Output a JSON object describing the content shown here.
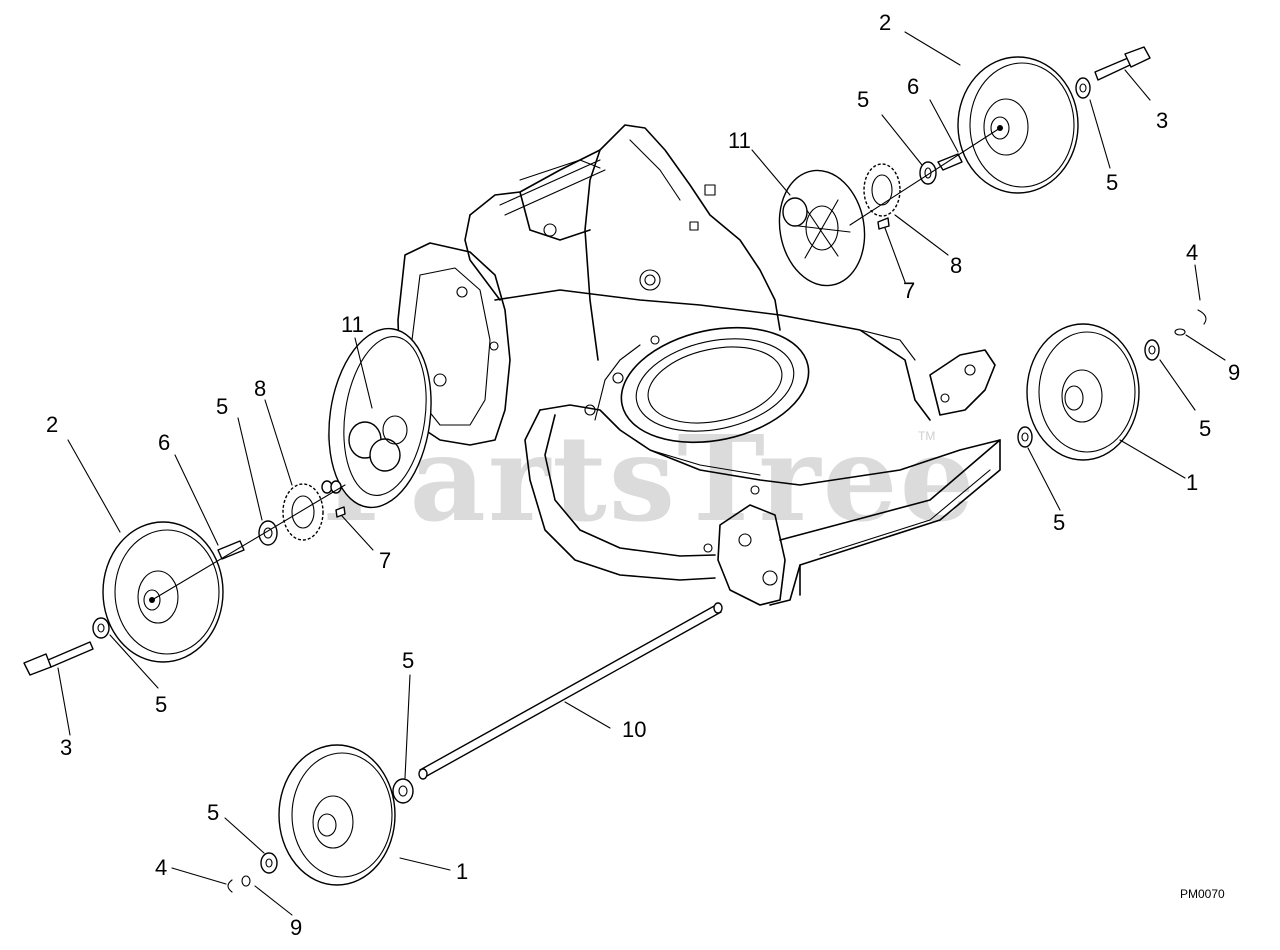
{
  "diagram": {
    "watermark": "PartsTree",
    "watermark_mark": "TM",
    "drawing_code": "PM0070",
    "callouts": [
      {
        "id": "c2-top",
        "text": "2"
      },
      {
        "id": "c3-top",
        "text": "3"
      },
      {
        "id": "c5-top-right",
        "text": "5"
      },
      {
        "id": "c6-top",
        "text": "6"
      },
      {
        "id": "c5-top",
        "text": "5"
      },
      {
        "id": "c11-top",
        "text": "11"
      },
      {
        "id": "c8-top",
        "text": "8"
      },
      {
        "id": "c7-top",
        "text": "7"
      },
      {
        "id": "c4-right",
        "text": "4"
      },
      {
        "id": "c9-right",
        "text": "9"
      },
      {
        "id": "c5-right",
        "text": "5"
      },
      {
        "id": "c1-right",
        "text": "1"
      },
      {
        "id": "c5-right-lower",
        "text": "5"
      },
      {
        "id": "c11-left",
        "text": "11"
      },
      {
        "id": "c8-left",
        "text": "8"
      },
      {
        "id": "c5-left",
        "text": "5"
      },
      {
        "id": "c2-left",
        "text": "2"
      },
      {
        "id": "c6-left",
        "text": "6"
      },
      {
        "id": "c7-left",
        "text": "7"
      },
      {
        "id": "c5-left-lower",
        "text": "5"
      },
      {
        "id": "c3-left",
        "text": "3"
      },
      {
        "id": "c5-bottom",
        "text": "5"
      },
      {
        "id": "c10",
        "text": "10"
      },
      {
        "id": "c5-bottom-left",
        "text": "5"
      },
      {
        "id": "c4-bottom",
        "text": "4"
      },
      {
        "id": "c1-bottom",
        "text": "1"
      },
      {
        "id": "c9-bottom",
        "text": "9"
      }
    ]
  }
}
